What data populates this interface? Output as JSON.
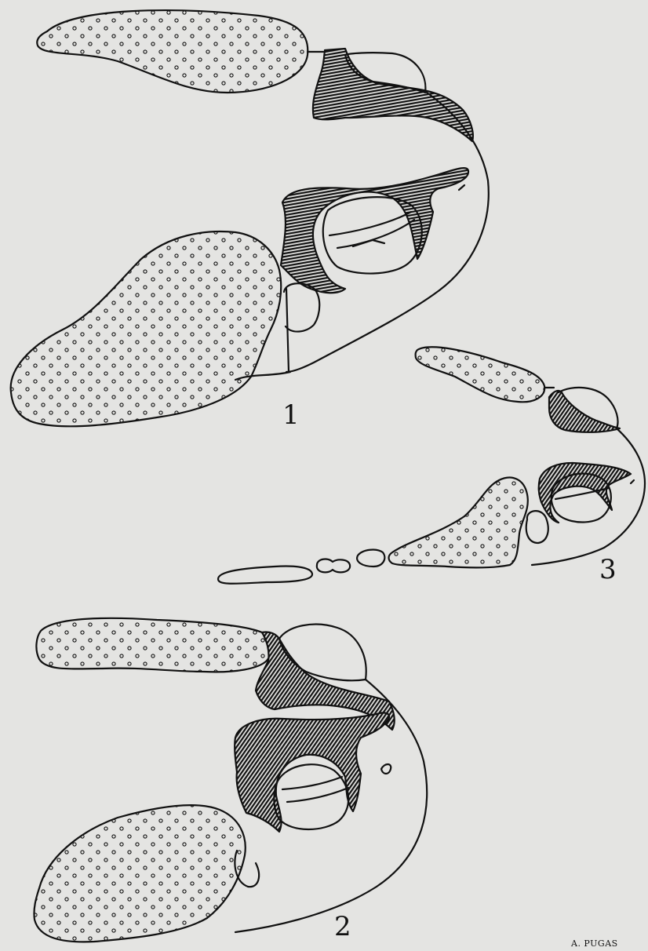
{
  "plate": {
    "figure_labels": {
      "fig1": "1",
      "fig2": "2",
      "fig3": "3"
    },
    "signature": "A. PUGAS"
  },
  "colors": {
    "background": "#e4e4e2",
    "ink": "#111111"
  }
}
